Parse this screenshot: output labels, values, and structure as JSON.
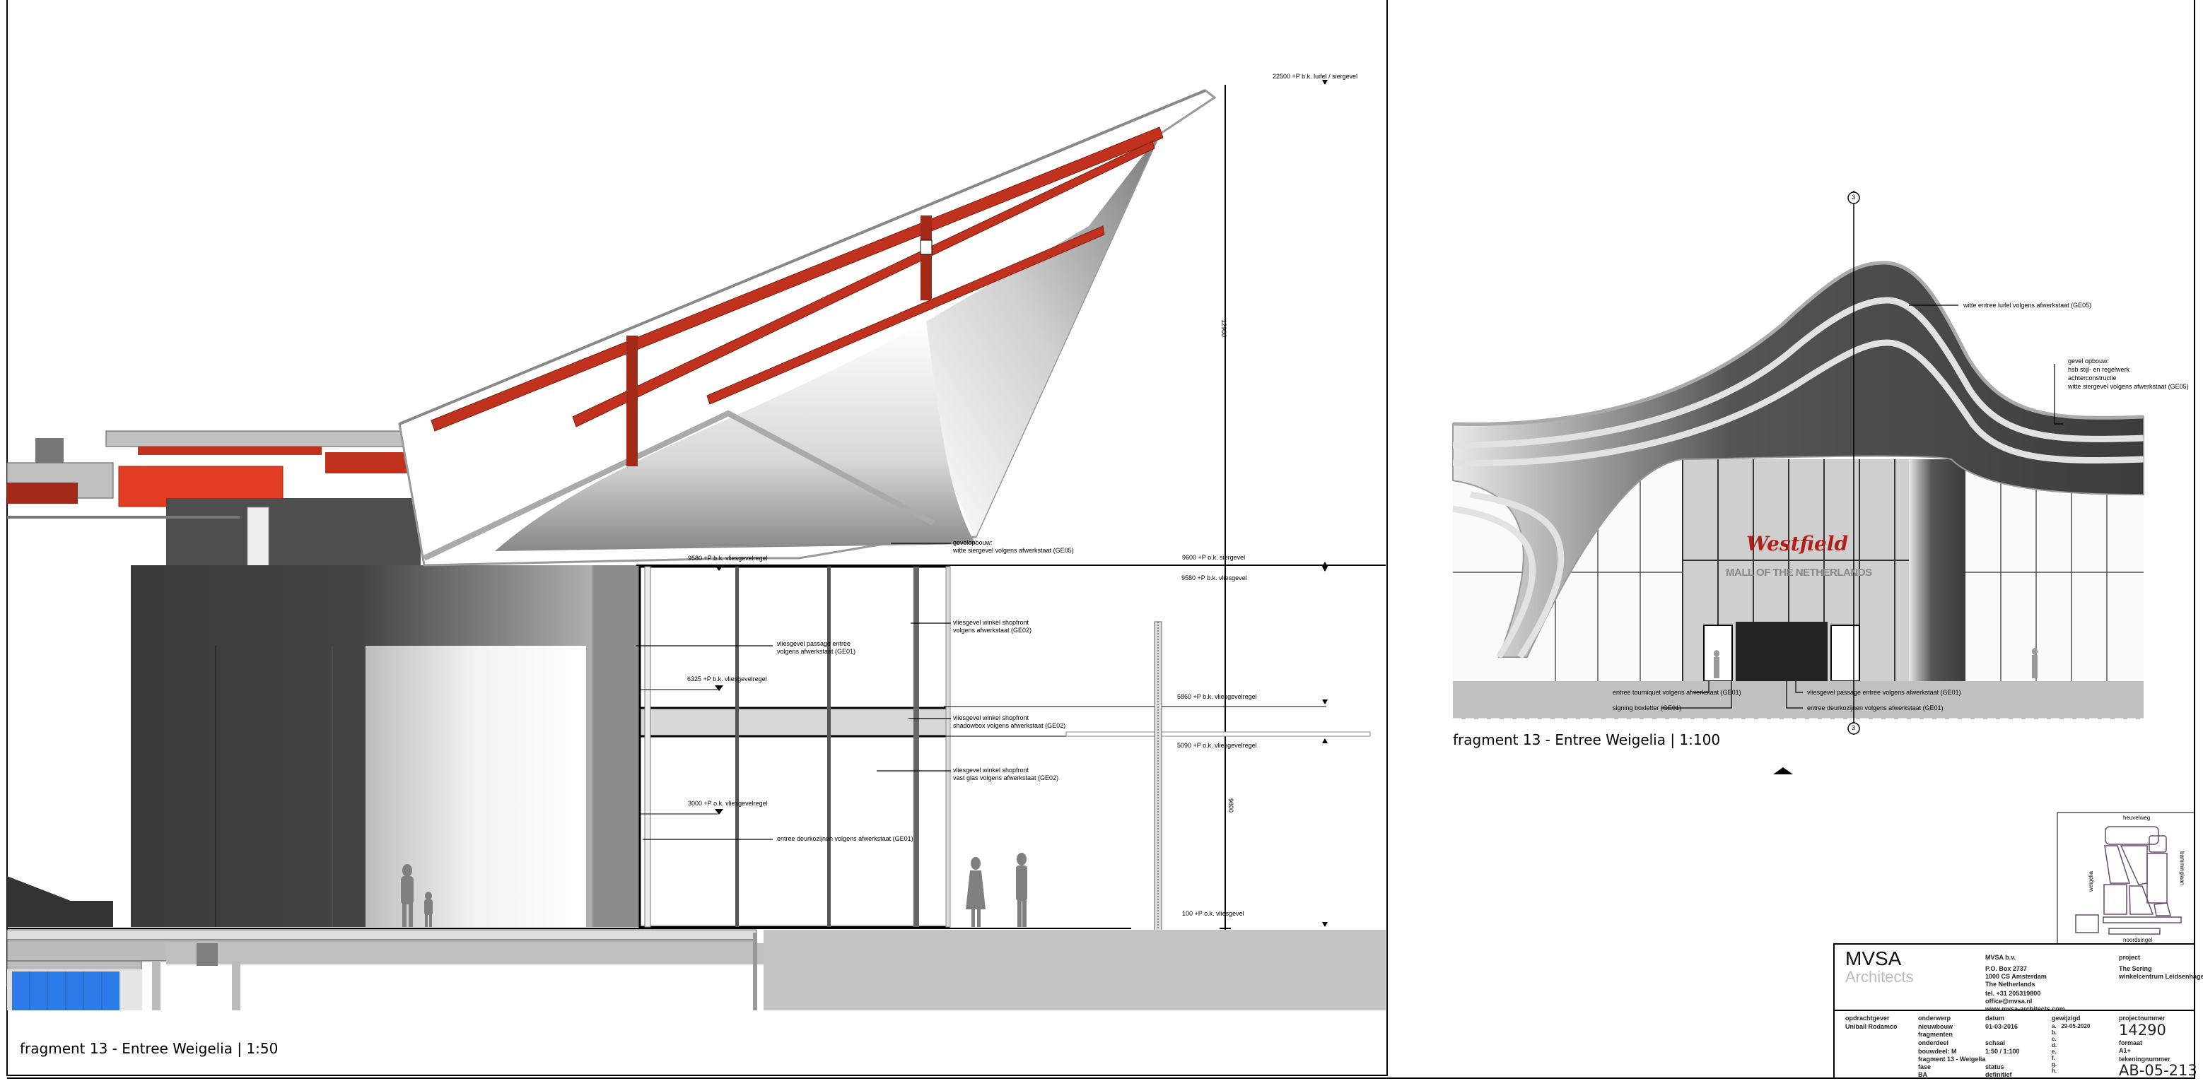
{
  "section_view": {
    "caption": "fragment 13 - Entree Weigelia  | 1:50",
    "levels": {
      "top": "22500 +P b.k. luifel / siergevel",
      "siergevel": "9600 +P o.k. siergevel",
      "vliesgevel_bk": "9580 +P b.k. vliesgevel",
      "regel_top_left": "9580 +P b.k. vliesgevelregel",
      "regel_6325": "6325 +P b.k. vliesgevelregel",
      "regel_5860": "5860 +P b.k. vliesgevelregel",
      "regel_5090": "5090 +P o.k. vliesgevelregel",
      "regel_3000": "3000 +P o.k. vliesgevelregel",
      "floor": "100 +P o.k. vliesgevel"
    },
    "dimensions": {
      "upper": "12900",
      "lower": "9600"
    },
    "notes": {
      "gevelopbouw_1": "gevelopbouw:",
      "gevelopbouw_2": "witte siergevel volgens afwerkstaat  (GE05)",
      "passage_1": "vliesgevel passage entree",
      "passage_2": "volgens afwerkstaat (GE01)",
      "shopfront_1": "vliesgevel winkel shopfront",
      "shopfront_2": "volgens afwerkstaat (GE02)",
      "shadowbox_1": "vliesgevel winkel shopfront",
      "shadowbox_2": "shadowbox volgens afwerkstaat (GE02)",
      "vastglas_1": "vliesgevel winkel shopfront",
      "vastglas_2": "vast glas volgens afwerkstaat (GE02)",
      "deurkozijnen": "entree deurkozijnen volgens afwerkstaat (GE01)"
    }
  },
  "elevation_view": {
    "caption": "fragment 13 - Entree Weigelia  | 1:100",
    "grid_marker": "3",
    "signage": {
      "brand": "Westfield",
      "subtitle": "MALL OF THE NETHERLANDS"
    },
    "notes": {
      "luifel": "witte entree luifel volgens afwerkstaat (GE05)",
      "gevel_1": "gevel opbouw:",
      "gevel_2": "hsb stijl- en regelwerk",
      "gevel_3": "achterconstructie",
      "gevel_4": "witte siergevel volgens afwerkstaat (GE05)",
      "tourniquet": "entree tourniquet volgens afwerkstaat (GE01)",
      "signing": "signing boxletter (GE01)",
      "passage": "vliesgevel passage entree volgens afwerkstaat (GE01)",
      "deurkozijnen": "entree deurkozijnen volgens afwerkstaat (GE01)"
    }
  },
  "key_plan": {
    "streets": {
      "north": "heuvelweg",
      "west": "weigelia",
      "east": "bamminglaan",
      "south": "noordsingel"
    }
  },
  "title_block": {
    "logo_1": "MVSA",
    "logo_2": "Architects",
    "company": "MVSA b.v.",
    "address": "P.O. Box 2737\n1000 CS Amsterdam\nThe Netherlands",
    "contact": "tel. +31 205319800\noffice@mvsa.nl\nwww.mvsa-architects.com",
    "project_label": "project",
    "project_value": "The Sering\nwinkelcentrum Leidsenhage",
    "opdrachtgever_label": "opdrachtgever",
    "opdrachtgever_value": "Unibail Rodamco",
    "onderwerp_label": "onderwerp",
    "onderwerp_value": "nieuwbouw\nfragmenten",
    "onderdeel_label": "onderdeel",
    "onderdeel_value": "bouwdeel: M\nfragment 13 - Weigelia",
    "fase_label": "fase",
    "fase_value": "BA",
    "datum_label": "datum",
    "datum_value": "01-03-2016",
    "schaal_label": "schaal",
    "schaal_value": "1:50 / 1:100",
    "status_label": "status",
    "status_value": "definitief",
    "gewijzigd_label": "gewijzigd",
    "gewijzigd_value": "a.   29-05-2020\nb.\nc.\nd.\ne.\nf.\ng.\nh.",
    "projectnummer_label": "projectnummer",
    "projectnummer_value": "14290",
    "formaat_label": "formaat",
    "formaat_value": "A1+",
    "tekeningnummer_label": "tekeningnummer",
    "tekeningnummer_value": "AB-05-213"
  },
  "colors": {
    "steel_red": "#e23c22",
    "dark_red": "#a32a18",
    "blue_panel": "#2d7be8",
    "brand_red": "#b0201a",
    "plan_purple": "#6a4a70"
  }
}
